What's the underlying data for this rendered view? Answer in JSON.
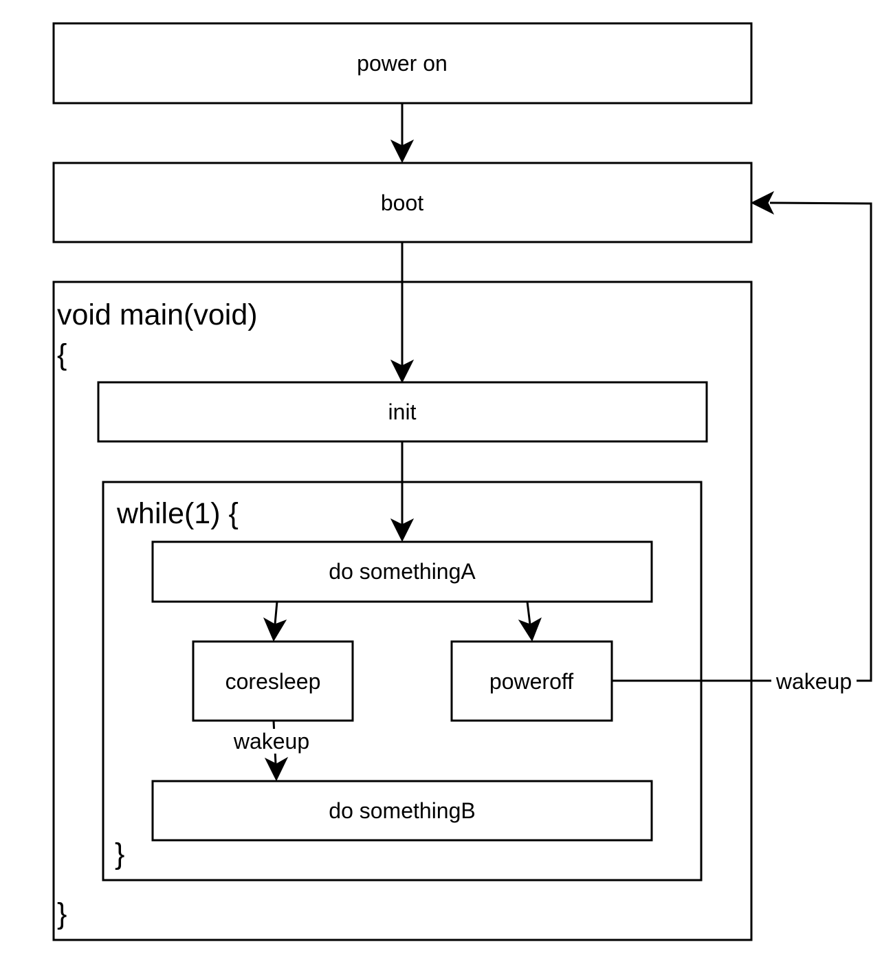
{
  "nodes": {
    "power_on": "power on",
    "boot": "boot",
    "init": "init",
    "do_something_a": "do somethingA",
    "coresleep": "coresleep",
    "poweroff": "poweroff",
    "do_something_b": "do somethingB"
  },
  "code": {
    "main_signature": "void main(void)",
    "main_open_brace": "{",
    "main_close_brace": "}",
    "loop_header": "while(1) {",
    "loop_close_brace": "}"
  },
  "edges": {
    "coresleep_to_b": "wakeup",
    "poweroff_to_boot": "wakeup"
  },
  "colors": {
    "stroke": "#000000",
    "fill": "#ffffff"
  }
}
